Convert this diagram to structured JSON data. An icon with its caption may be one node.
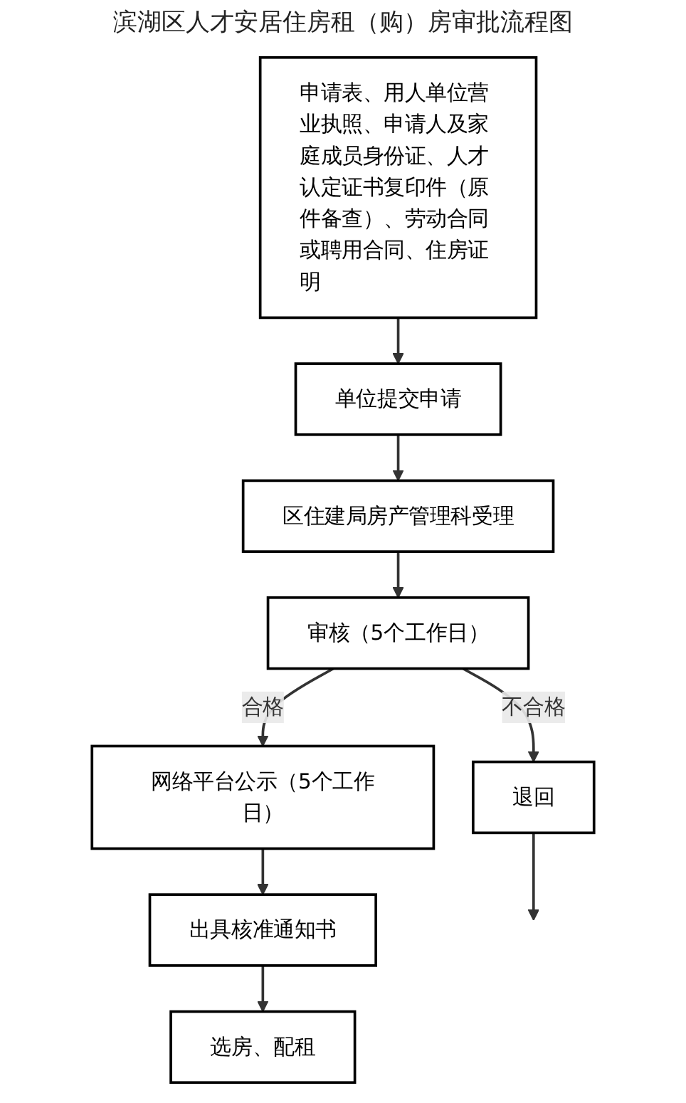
{
  "diagram": {
    "title": "滨湖区人才安居住房租（购）房审批流程图",
    "nodes": [
      {
        "text": [
          "单位提交申请"
        ]
      },
      {
        "text": [
          "申请表、用人单位营业执照、申请人及家庭成员身份证、人才认定证书复印件（原件备查）、劳动合同或聘用合同、住房证明"
        ]
      },
      {
        "text": [
          "区住建局房产管理科受理"
        ]
      },
      {
        "text": [
          "退回"
        ]
      },
      {
        "text": [
          "审核（5个工作日）"
        ]
      },
      {
        "text": [
          "网络平台公示（5个工作日）"
        ]
      },
      {
        "text": [
          "出具核准通知书"
        ]
      },
      {
        "text": [
          "选房、配租"
        ]
      }
    ],
    "edges": [
      {
        "from": 1,
        "to": 0,
        "arrow": "to"
      },
      {
        "from": 0,
        "to": 2,
        "arrow": "to"
      },
      {
        "from": 2,
        "to": 4,
        "arrow": "to"
      },
      {
        "from": 4,
        "to": 3,
        "arrow": "to",
        "label": "不合格"
      },
      {
        "from": 3,
        "to": null,
        "arrow": "to"
      },
      {
        "from": 4,
        "to": 5,
        "arrow": "to",
        "label": "合格"
      },
      {
        "from": 5,
        "to": 6,
        "arrow": "to"
      },
      {
        "from": 6,
        "to": 7,
        "arrow": "to"
      }
    ]
  }
}
